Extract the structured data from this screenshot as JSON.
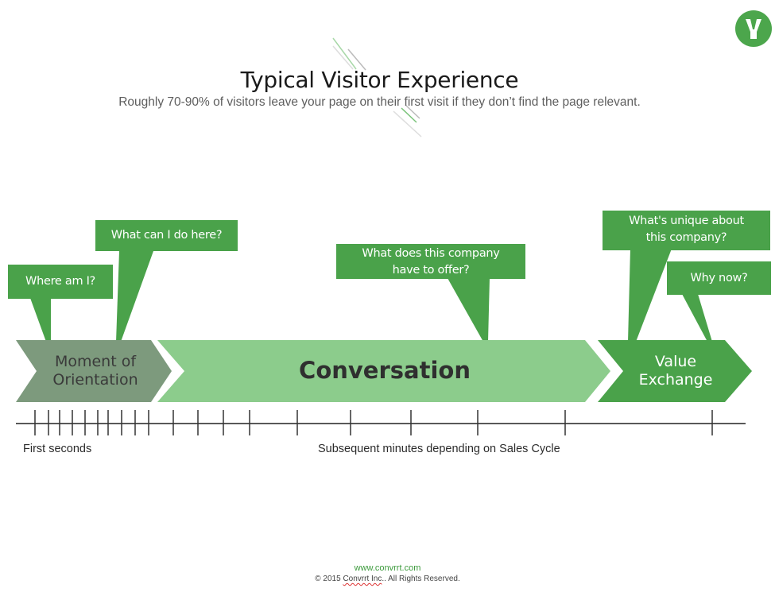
{
  "header": {
    "title": "Typical Visitor Experience",
    "subtitle": "Roughly 70-90% of visitors leave your page on their first visit if they don’t find the page relevant."
  },
  "logo": {
    "icon": "convrrt-logo-icon",
    "color": "#4ca64c"
  },
  "stages": [
    {
      "line1": "Moment of",
      "line2": "Orientation",
      "color": "#7d9a7d",
      "text_color": "#3a3a3a"
    },
    {
      "line1": "Conversation",
      "line2": "",
      "color": "#8ccc8c",
      "text_color": "#2f2f2f"
    },
    {
      "line1": "Value",
      "line2": "Exchange",
      "color": "#4aa24a",
      "text_color": "#ffffff"
    }
  ],
  "callouts": [
    {
      "line1": "Where am I?",
      "line2": ""
    },
    {
      "line1": "What can I do here?",
      "line2": ""
    },
    {
      "line1": "What does this company",
      "line2": "have to offer?"
    },
    {
      "line1": "What's unique about",
      "line2": "this company?"
    },
    {
      "line1": "Why now?",
      "line2": ""
    }
  ],
  "callout_color": "#4aa24a",
  "timeline": {
    "left_label": "First seconds",
    "right_label": "Subsequent minutes depending on Sales Cycle"
  },
  "footer": {
    "url": "www.convrrt.com",
    "copyright_prefix": "© 2015 ",
    "company": "Convrrt Inc",
    "copyright_suffix": ".. All Rights Reserved."
  }
}
